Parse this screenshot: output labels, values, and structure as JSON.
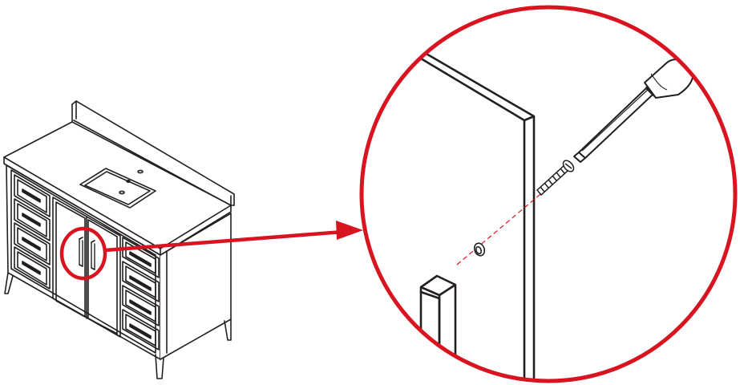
{
  "diagram": {
    "subject": "vanity-cabinet",
    "step": "attach-door-handle-with-screw",
    "callout": {
      "highlight": "door-handle-area",
      "detail": "magnified-door-edge"
    },
    "tools": [
      "screwdriver"
    ],
    "hardware": [
      "screw",
      "door-handle"
    ],
    "icons": [
      "highlight-circle",
      "pointer-arrow",
      "magnifier-circle",
      "screwdriver-icon",
      "screw-icon"
    ]
  },
  "colors": {
    "line": "#231f20",
    "accent": "#d7141f",
    "background": "#ffffff"
  }
}
